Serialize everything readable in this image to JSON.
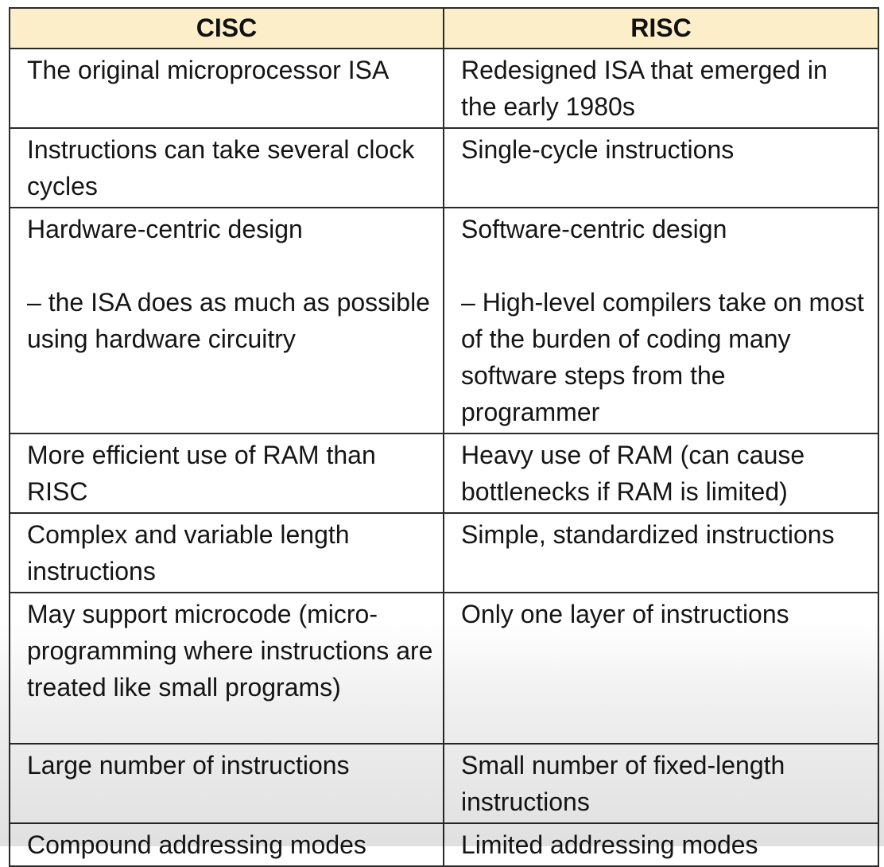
{
  "table": {
    "headers": [
      "CISC",
      "RISC"
    ],
    "rows": [
      {
        "cisc": "The original microprocessor ISA",
        "risc": "Redesigned ISA that emerged in the early 1980s"
      },
      {
        "cisc": "Instructions can take several clock cycles",
        "risc": "Single-cycle instructions"
      },
      {
        "cisc": "Hardware-centric design",
        "cisc_detail": " – the ISA does as much as possible using hardware circuitry",
        "risc": "Software-centric design",
        "risc_detail": "– High-level compilers take on most of the burden of coding many software steps from the programmer"
      },
      {
        "cisc": "More efficient use of RAM than RISC",
        "risc": "Heavy use of RAM (can cause bottlenecks if RAM is limited)"
      },
      {
        "cisc": "Complex and variable length instructions",
        "risc": "Simple, standardized instructions"
      },
      {
        "cisc": "May support microcode (micro-programming where instructions are treated like small programs)",
        "risc": "Only one layer of instructions"
      },
      {
        "cisc": "Large number of instructions",
        "risc": "Small number of fixed-length instructions"
      },
      {
        "cisc": "Compound addressing modes",
        "risc": "Limited addressing modes"
      }
    ]
  },
  "colors": {
    "header_background": "#fbeec9",
    "border": "#2a2a2a",
    "text": "#151515"
  }
}
